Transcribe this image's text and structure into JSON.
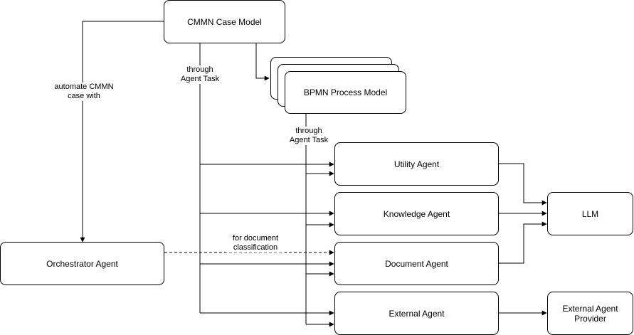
{
  "nodes": {
    "cmmn": "CMMN Case Model",
    "bpmn": "BPMN Process Model",
    "orchestrator": "Orchestrator Agent",
    "utility": "Utility Agent",
    "knowledge": "Knowledge Agent",
    "document": "Document Agent",
    "external": "External Agent",
    "llm": "LLM",
    "external_provider": "External Agent\nProvider"
  },
  "edge_labels": {
    "automate": "automate CMMN\ncase with",
    "through_cmmn": "through\nAgent Task",
    "through_bpmn": "through\nAgent Task",
    "for_document": "for document\nclassification"
  },
  "colors": {
    "stroke": "#000000",
    "fill": "#ffffff"
  }
}
